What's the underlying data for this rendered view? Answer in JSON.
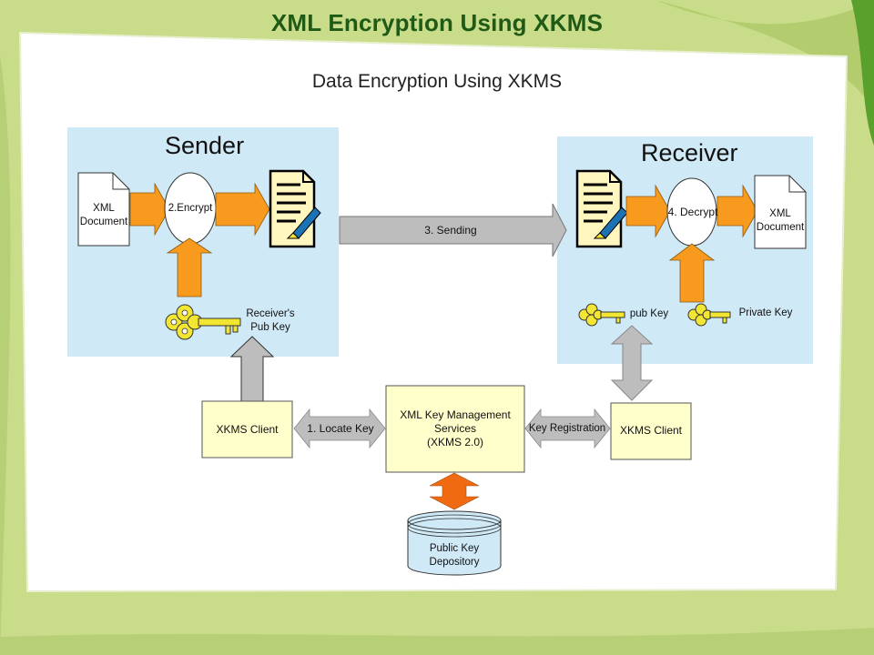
{
  "slide": {
    "title": "XML Encryption Using XKMS"
  },
  "diagram": {
    "subtitle": "Data Encryption Using XKMS",
    "sender": {
      "title": "Sender",
      "xml_doc": [
        "XML",
        "Document"
      ],
      "encrypt": "2.Encrypt",
      "pub_key": [
        "Receiver's",
        "Pub Key"
      ]
    },
    "receiver": {
      "title": "Receiver",
      "decrypt": "4. Decrypt",
      "xml_doc": [
        "XML",
        "Document"
      ],
      "pub_key": "pub Key",
      "private_key": "Private Key"
    },
    "sending": "3. Sending",
    "xkms_client_left": "XKMS Client",
    "locate_key": "1. Locate Key",
    "xkms_service": [
      "XML Key Management",
      "Services",
      "(XKMS 2.0)"
    ],
    "key_registration": "Key Registration",
    "xkms_client_right": "XKMS Client",
    "depository": [
      "Public Key",
      "Depository"
    ]
  },
  "colors": {
    "background": "#c9dc8a",
    "title": "#1f5a16",
    "panel": "#cfe9f7",
    "arrow_orange": "#f79a1e",
    "box_yellow": "#ffffcc",
    "key_yellow": "#f2e632",
    "gray_arrow": "#bdbdbd"
  }
}
